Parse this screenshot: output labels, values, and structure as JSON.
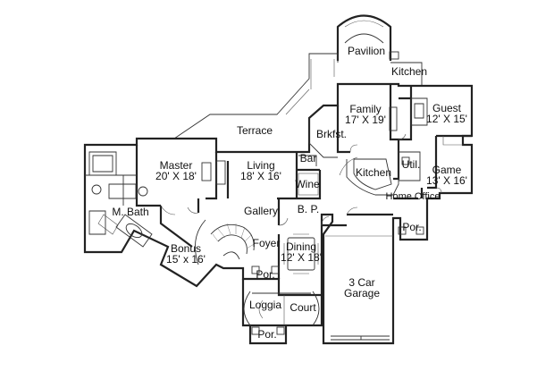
{
  "rooms": {
    "pavilion": "Pavilion",
    "kitchen_outdoor": "Kitchen",
    "family": [
      "Family",
      "17' X 19'"
    ],
    "guest": [
      "Guest",
      "12' X 15'"
    ],
    "terrace": "Terrace",
    "brkfst": "Brkfst.",
    "master": [
      "Master",
      "20' X 18'"
    ],
    "living": [
      "Living",
      "18' X 16'"
    ],
    "bar": "Bar",
    "kitchen": "Kitchen",
    "util": "Util.",
    "game": [
      "Game",
      "13' X 16'"
    ],
    "wine": "Wine",
    "home_office": "Home Office",
    "m_bath": "M. Bath",
    "gallery": "Gallery",
    "bp": "B. P.",
    "bonus": [
      "Bonus",
      "15' x 16'"
    ],
    "foyer": "Foyer",
    "dining": [
      "Dining",
      "12' X 18'"
    ],
    "por_right": "Por.",
    "garage": [
      "3 Car",
      "Garage"
    ],
    "por_front": "Por.",
    "loggia": "Loggia",
    "court": "Court",
    "por_bottom": "Por."
  }
}
